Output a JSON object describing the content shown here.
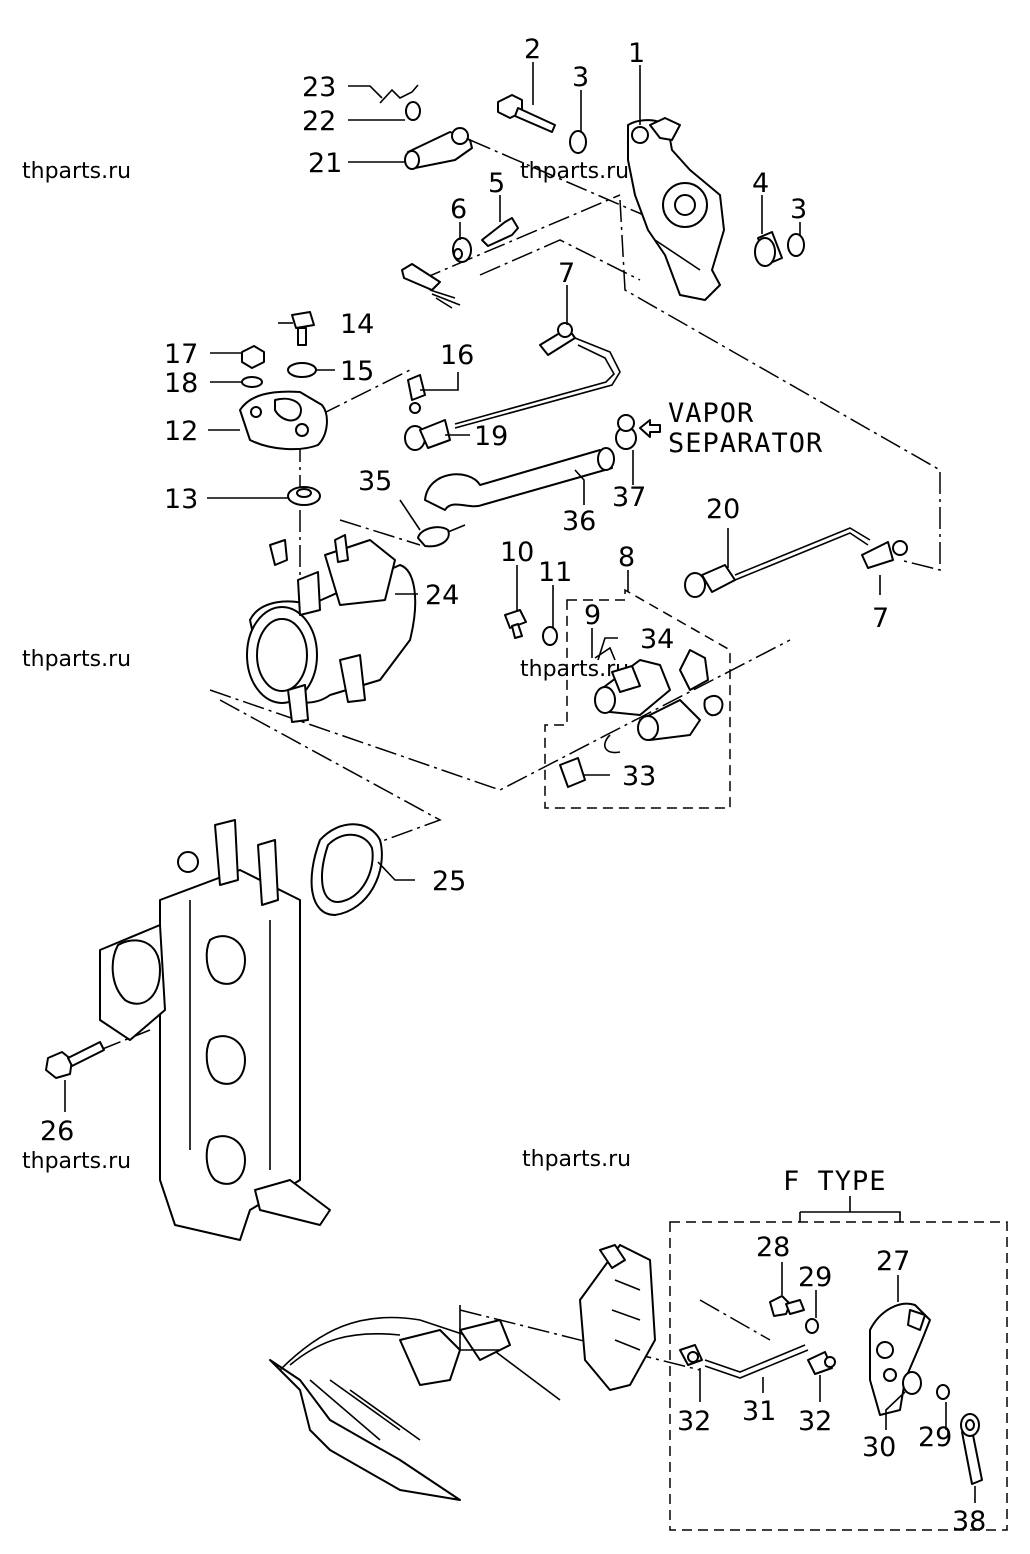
{
  "watermarks": [
    "thparts.ru",
    "thparts.ru",
    "thparts.ru",
    "thparts.ru",
    "thparts.ru",
    "thparts.ru"
  ],
  "callouts": {
    "p1": "1",
    "p2": "2",
    "p3a": "3",
    "p3b": "3",
    "p4": "4",
    "p5": "5",
    "p6": "6",
    "p7a": "7",
    "p7b": "7",
    "p8": "8",
    "p9": "9",
    "p10": "10",
    "p11": "11",
    "p12": "12",
    "p13": "13",
    "p14": "14",
    "p15": "15",
    "p16": "16",
    "p17": "17",
    "p18": "18",
    "p19": "19",
    "p20": "20",
    "p21": "21",
    "p22": "22",
    "p23": "23",
    "p24": "24",
    "p25": "25",
    "p26": "26",
    "p27": "27",
    "p28": "28",
    "p29a": "29",
    "p29b": "29",
    "p30": "30",
    "p31": "31",
    "p32a": "32",
    "p32b": "32",
    "p33": "33",
    "p34": "34",
    "p35": "35",
    "p36": "36",
    "p37": "37",
    "p38": "38"
  },
  "labels": {
    "vapor_line1": "VAPOR",
    "vapor_line2": "SEPARATOR",
    "f_type": "F TYPE"
  }
}
